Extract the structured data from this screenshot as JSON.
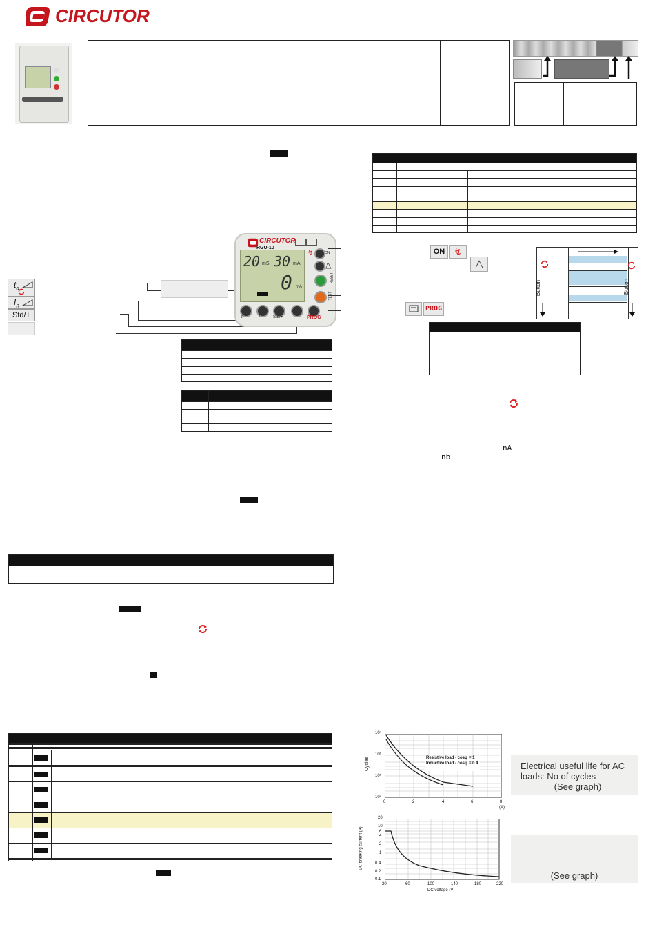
{
  "brand": {
    "name": "CIRCUTOR",
    "color": "#c4161c"
  },
  "device": {
    "model": "RGU-10",
    "lcd_left_value": "20",
    "lcd_left_unit": "mS",
    "lcd_right_value": "30",
    "lcd_right_unit": "mA",
    "lcd_bottom_value": "0",
    "lcd_bottom_unit": "mA",
    "side_labels": [
      "ON",
      "RESET",
      "TEST"
    ],
    "bottom_labels": [
      "t",
      "I",
      "Std/+",
      "PROG"
    ]
  },
  "key_legend": {
    "std_plus": "Std/+"
  },
  "indicators": {
    "on_label": "ON",
    "prog_label": "PROG",
    "button_label": "Button"
  },
  "display_codes": {
    "code_a": "nA",
    "code_b": "nb"
  },
  "graphs": {
    "ac": {
      "ylabel": "Cycles",
      "yticks": [
        "10⁷",
        "10⁶",
        "10⁵",
        "10⁴"
      ],
      "xticks": [
        "0",
        "2",
        "4",
        "6",
        "8"
      ],
      "xunit": "(A)",
      "legend": [
        "Resistive load - cosφ = 1",
        "Inductive load - cosφ = 0.4"
      ]
    },
    "dc": {
      "ylabel": "DC breaking current (A)",
      "xlabel": "DC voltage (V)",
      "yticks": [
        "20",
        "10",
        "6",
        "4",
        "2",
        "1",
        "0.4",
        "0.2",
        "0.1"
      ],
      "xticks": [
        "20",
        "60",
        "100",
        "140",
        "180",
        "220"
      ]
    }
  },
  "notes": {
    "ac_title": "Electrical useful life for AC loads: No of cycles",
    "ac_see": "(See graph)",
    "dc_see": "(See graph)"
  }
}
